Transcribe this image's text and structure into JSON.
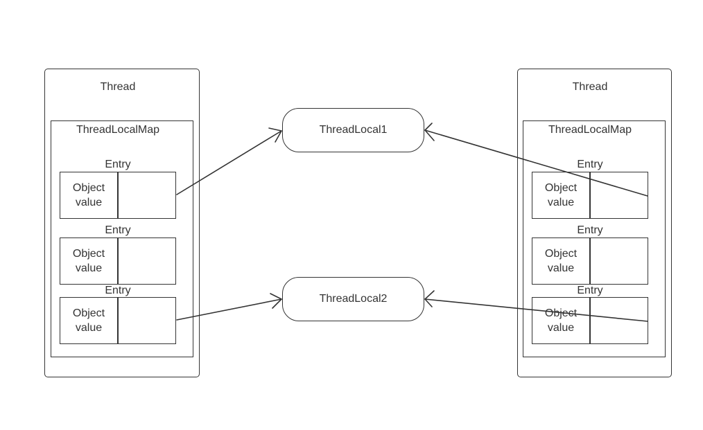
{
  "left_thread": {
    "title": "Thread",
    "map_title": "ThreadLocalMap",
    "entries": [
      {
        "label": "Entry",
        "key_text": "Object\nvalue"
      },
      {
        "label": "Entry",
        "key_text": "Object\nvalue"
      },
      {
        "label": "Entry",
        "key_text": "Object\nvalue"
      }
    ]
  },
  "right_thread": {
    "title": "Thread",
    "map_title": "ThreadLocalMap",
    "entries": [
      {
        "label": "Entry",
        "key_text": "Object\nvalue"
      },
      {
        "label": "Entry",
        "key_text": "Object\nvalue"
      },
      {
        "label": "Entry",
        "key_text": "Object\nvalue"
      }
    ]
  },
  "thread_locals": [
    {
      "label": "ThreadLocal1"
    },
    {
      "label": "ThreadLocal2"
    }
  ]
}
